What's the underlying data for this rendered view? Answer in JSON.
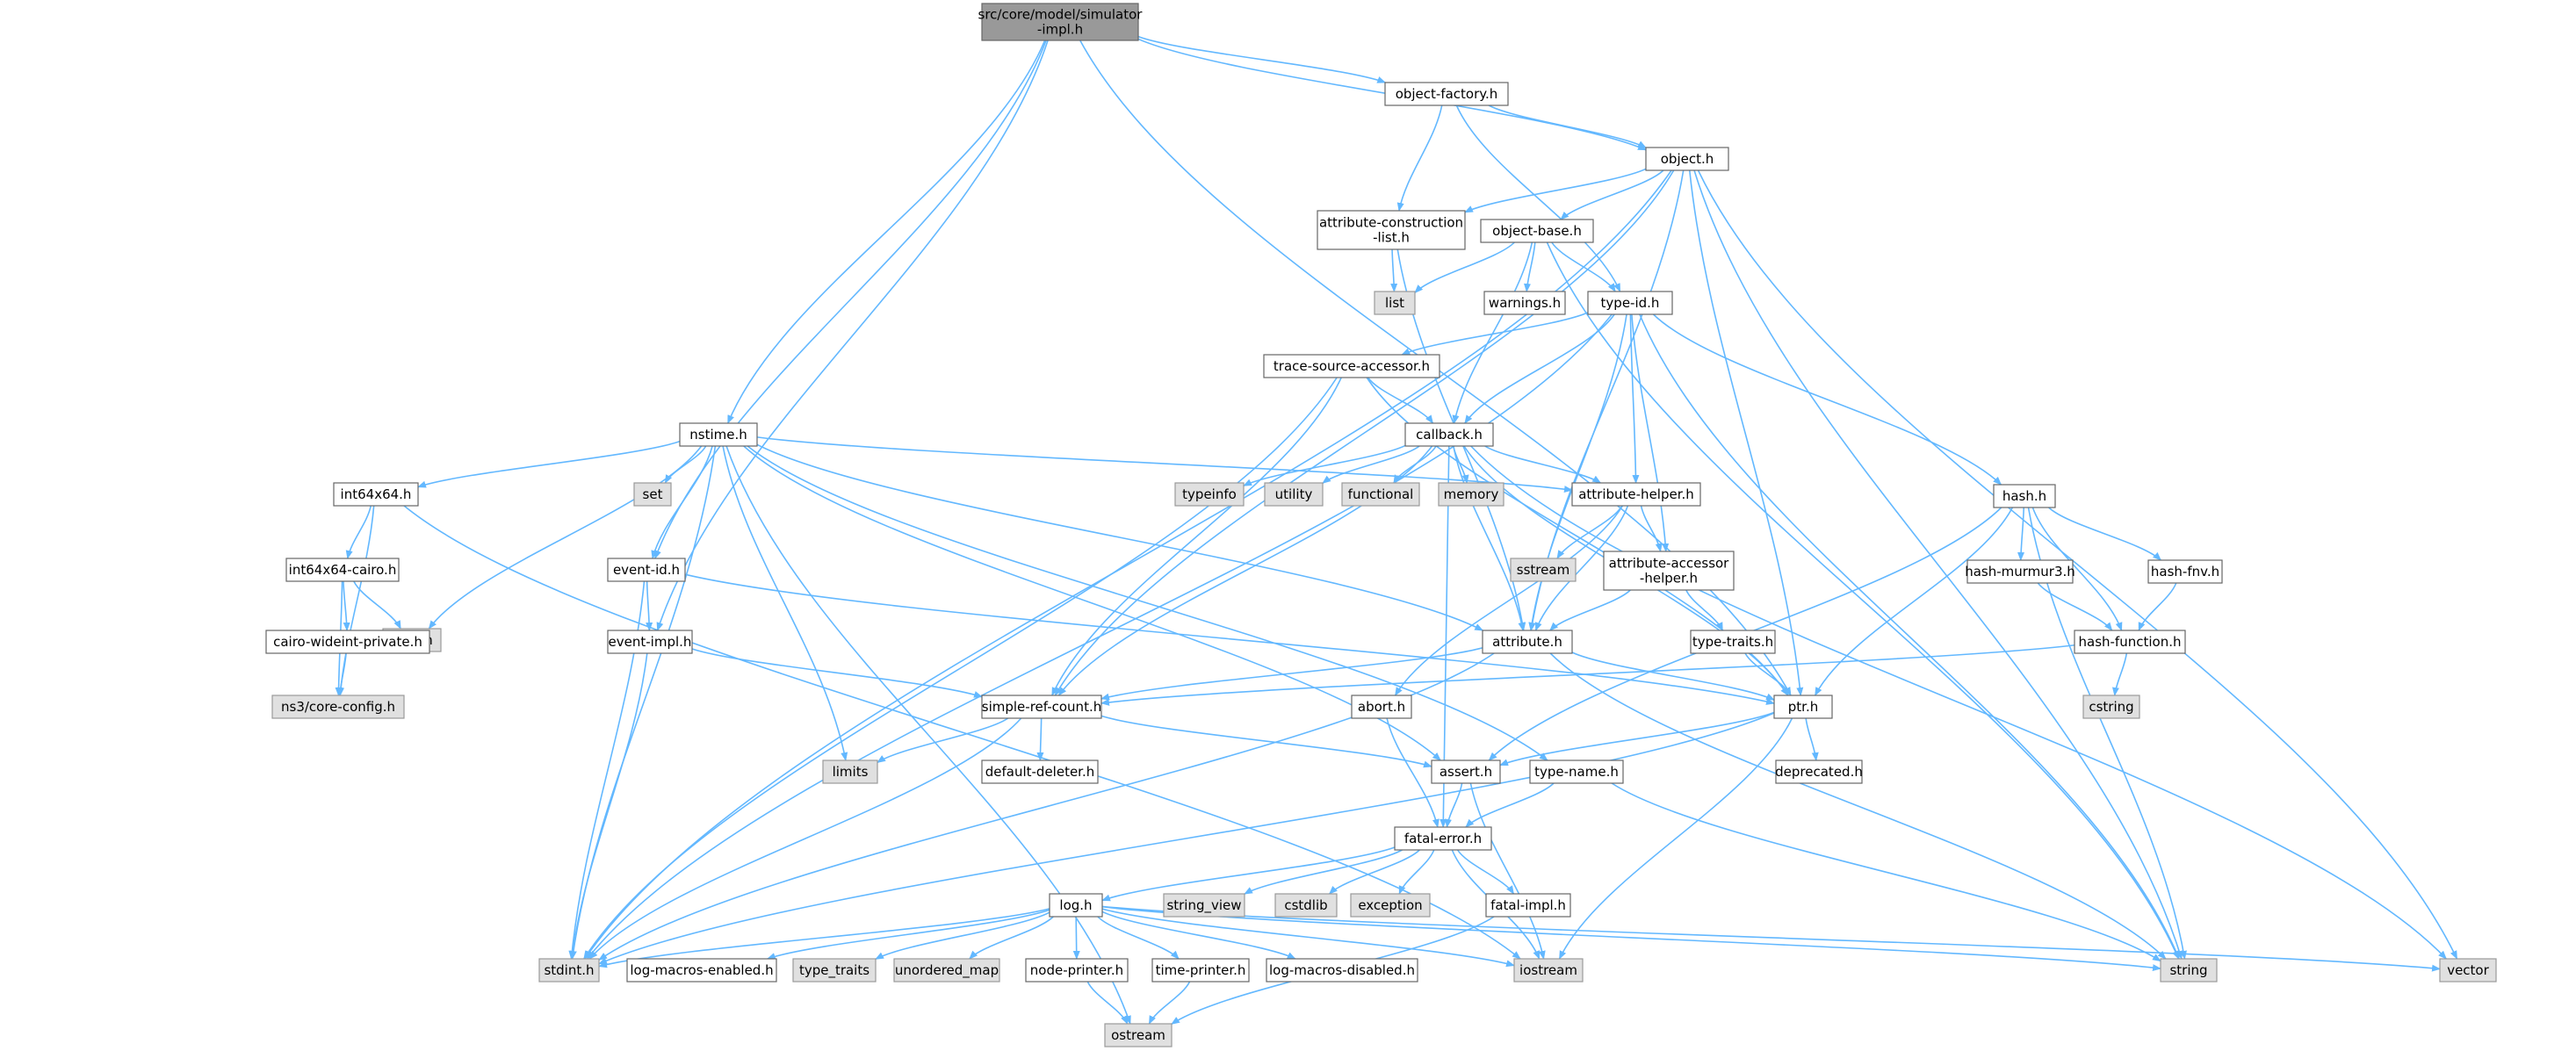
{
  "colors": {
    "edge": "#63b8ff",
    "root_fill": "#999999",
    "root_border": "#666666",
    "local_fill": "#ffffff",
    "local_border": "#666666",
    "external_fill": "#e0e0e0",
    "external_border": "#999999"
  },
  "nodes": [
    {
      "id": "root",
      "lines": [
        "src/core/model/simulator",
        "-impl.h"
      ],
      "kind": "root"
    },
    {
      "id": "object-factory",
      "lines": [
        "object-factory.h"
      ],
      "kind": "local"
    },
    {
      "id": "object",
      "lines": [
        "object.h"
      ],
      "kind": "local"
    },
    {
      "id": "attr-construction-list",
      "lines": [
        "attribute-construction",
        "-list.h"
      ],
      "kind": "local"
    },
    {
      "id": "object-base",
      "lines": [
        "object-base.h"
      ],
      "kind": "local"
    },
    {
      "id": "list",
      "lines": [
        "list"
      ],
      "kind": "external"
    },
    {
      "id": "warnings",
      "lines": [
        "warnings.h"
      ],
      "kind": "local"
    },
    {
      "id": "type-id",
      "lines": [
        "type-id.h"
      ],
      "kind": "local"
    },
    {
      "id": "trace-source-accessor",
      "lines": [
        "trace-source-accessor.h"
      ],
      "kind": "local"
    },
    {
      "id": "nstime",
      "lines": [
        "nstime.h"
      ],
      "kind": "local"
    },
    {
      "id": "callback",
      "lines": [
        "callback.h"
      ],
      "kind": "local"
    },
    {
      "id": "int64x64",
      "lines": [
        "int64x64.h"
      ],
      "kind": "local"
    },
    {
      "id": "set",
      "lines": [
        "set"
      ],
      "kind": "external"
    },
    {
      "id": "typeinfo",
      "lines": [
        "typeinfo"
      ],
      "kind": "external"
    },
    {
      "id": "utility",
      "lines": [
        "utility"
      ],
      "kind": "external"
    },
    {
      "id": "functional",
      "lines": [
        "functional"
      ],
      "kind": "external"
    },
    {
      "id": "memory",
      "lines": [
        "memory"
      ],
      "kind": "external"
    },
    {
      "id": "attribute-helper",
      "lines": [
        "attribute-helper.h"
      ],
      "kind": "local"
    },
    {
      "id": "hash",
      "lines": [
        "hash.h"
      ],
      "kind": "local"
    },
    {
      "id": "int64x64-cairo",
      "lines": [
        "int64x64-cairo.h"
      ],
      "kind": "local"
    },
    {
      "id": "sstream",
      "lines": [
        "sstream"
      ],
      "kind": "external"
    },
    {
      "id": "attribute-accessor-helper",
      "lines": [
        "attribute-accessor",
        "-helper.h"
      ],
      "kind": "local"
    },
    {
      "id": "hash-murmur3",
      "lines": [
        "hash-murmur3.h"
      ],
      "kind": "local"
    },
    {
      "id": "hash-fnv",
      "lines": [
        "hash-fnv.h"
      ],
      "kind": "local"
    },
    {
      "id": "event-id",
      "lines": [
        "event-id.h"
      ],
      "kind": "local"
    },
    {
      "id": "cmath",
      "lines": [
        "cmath"
      ],
      "kind": "external"
    },
    {
      "id": "cairo-wideint-private",
      "lines": [
        "cairo-wideint-private.h"
      ],
      "kind": "local"
    },
    {
      "id": "event-impl",
      "lines": [
        "event-impl.h"
      ],
      "kind": "local"
    },
    {
      "id": "attribute",
      "lines": [
        "attribute.h"
      ],
      "kind": "local"
    },
    {
      "id": "type-traits",
      "lines": [
        "type-traits.h"
      ],
      "kind": "local"
    },
    {
      "id": "hash-function",
      "lines": [
        "hash-function.h"
      ],
      "kind": "local"
    },
    {
      "id": "ns3-core-config",
      "lines": [
        "ns3/core-config.h"
      ],
      "kind": "external"
    },
    {
      "id": "simple-ref-count",
      "lines": [
        "simple-ref-count.h"
      ],
      "kind": "local"
    },
    {
      "id": "abort",
      "lines": [
        "abort.h"
      ],
      "kind": "local"
    },
    {
      "id": "ptr",
      "lines": [
        "ptr.h"
      ],
      "kind": "local"
    },
    {
      "id": "cstring",
      "lines": [
        "cstring"
      ],
      "kind": "external"
    },
    {
      "id": "limits",
      "lines": [
        "limits"
      ],
      "kind": "external"
    },
    {
      "id": "default-deleter",
      "lines": [
        "default-deleter.h"
      ],
      "kind": "local"
    },
    {
      "id": "assert",
      "lines": [
        "assert.h"
      ],
      "kind": "local"
    },
    {
      "id": "type-name",
      "lines": [
        "type-name.h"
      ],
      "kind": "local"
    },
    {
      "id": "deprecated",
      "lines": [
        "deprecated.h"
      ],
      "kind": "local"
    },
    {
      "id": "fatal-error",
      "lines": [
        "fatal-error.h"
      ],
      "kind": "local"
    },
    {
      "id": "log",
      "lines": [
        "log.h"
      ],
      "kind": "local"
    },
    {
      "id": "string_view",
      "lines": [
        "string_view"
      ],
      "kind": "external"
    },
    {
      "id": "cstdlib",
      "lines": [
        "cstdlib"
      ],
      "kind": "external"
    },
    {
      "id": "exception",
      "lines": [
        "exception"
      ],
      "kind": "external"
    },
    {
      "id": "fatal-impl",
      "lines": [
        "fatal-impl.h"
      ],
      "kind": "local"
    },
    {
      "id": "stdint",
      "lines": [
        "stdint.h"
      ],
      "kind": "external"
    },
    {
      "id": "log-macros-enabled",
      "lines": [
        "log-macros-enabled.h"
      ],
      "kind": "local"
    },
    {
      "id": "type_traits",
      "lines": [
        "type_traits"
      ],
      "kind": "external"
    },
    {
      "id": "unordered_map",
      "lines": [
        "unordered_map"
      ],
      "kind": "external"
    },
    {
      "id": "node-printer",
      "lines": [
        "node-printer.h"
      ],
      "kind": "local"
    },
    {
      "id": "time-printer",
      "lines": [
        "time-printer.h"
      ],
      "kind": "local"
    },
    {
      "id": "log-macros-disabled",
      "lines": [
        "log-macros-disabled.h"
      ],
      "kind": "local"
    },
    {
      "id": "iostream",
      "lines": [
        "iostream"
      ],
      "kind": "external"
    },
    {
      "id": "string",
      "lines": [
        "string"
      ],
      "kind": "external"
    },
    {
      "id": "vector",
      "lines": [
        "vector"
      ],
      "kind": "external"
    },
    {
      "id": "ostream",
      "lines": [
        "ostream"
      ],
      "kind": "external"
    }
  ],
  "edges": [
    [
      "root",
      "object-factory"
    ],
    [
      "root",
      "object"
    ],
    [
      "root",
      "nstime"
    ],
    [
      "root",
      "event-id"
    ],
    [
      "root",
      "event-impl"
    ],
    [
      "root",
      "ptr"
    ],
    [
      "object-factory",
      "object"
    ],
    [
      "object-factory",
      "attr-construction-list"
    ],
    [
      "object-factory",
      "type-id"
    ],
    [
      "object",
      "object-base"
    ],
    [
      "object",
      "attr-construction-list"
    ],
    [
      "object",
      "attribute"
    ],
    [
      "object",
      "ptr"
    ],
    [
      "object",
      "simple-ref-count"
    ],
    [
      "object",
      "stdint"
    ],
    [
      "object",
      "string"
    ],
    [
      "object",
      "vector"
    ],
    [
      "attr-construction-list",
      "list"
    ],
    [
      "attr-construction-list",
      "attribute"
    ],
    [
      "object-base",
      "list"
    ],
    [
      "object-base",
      "warnings"
    ],
    [
      "object-base",
      "type-id"
    ],
    [
      "object-base",
      "callback"
    ],
    [
      "object-base",
      "string"
    ],
    [
      "type-id",
      "trace-source-accessor"
    ],
    [
      "type-id",
      "callback"
    ],
    [
      "type-id",
      "hash"
    ],
    [
      "type-id",
      "attribute-helper"
    ],
    [
      "type-id",
      "attribute-accessor-helper"
    ],
    [
      "type-id",
      "attribute"
    ],
    [
      "type-id",
      "string"
    ],
    [
      "type-id",
      "stdint"
    ],
    [
      "trace-source-accessor",
      "callback"
    ],
    [
      "trace-source-accessor",
      "simple-ref-count"
    ],
    [
      "trace-source-accessor",
      "ptr"
    ],
    [
      "trace-source-accessor",
      "stdint"
    ],
    [
      "callback",
      "typeinfo"
    ],
    [
      "callback",
      "utility"
    ],
    [
      "callback",
      "functional"
    ],
    [
      "callback",
      "memory"
    ],
    [
      "callback",
      "attribute-helper"
    ],
    [
      "callback",
      "attribute"
    ],
    [
      "callback",
      "ptr"
    ],
    [
      "callback",
      "simple-ref-count"
    ],
    [
      "callback",
      "fatal-error"
    ],
    [
      "callback",
      "vector"
    ],
    [
      "nstime",
      "int64x64"
    ],
    [
      "nstime",
      "set"
    ],
    [
      "nstime",
      "event-id"
    ],
    [
      "nstime",
      "attribute"
    ],
    [
      "nstime",
      "attribute-helper"
    ],
    [
      "nstime",
      "cmath"
    ],
    [
      "nstime",
      "limits"
    ],
    [
      "nstime",
      "stdint"
    ],
    [
      "nstime",
      "ostream"
    ],
    [
      "nstime",
      "type-name"
    ],
    [
      "nstime",
      "assert"
    ],
    [
      "int64x64",
      "int64x64-cairo"
    ],
    [
      "int64x64",
      "ns3-core-config"
    ],
    [
      "int64x64",
      "iostream"
    ],
    [
      "int64x64-cairo",
      "cairo-wideint-private"
    ],
    [
      "int64x64-cairo",
      "cmath"
    ],
    [
      "int64x64-cairo",
      "ns3-core-config"
    ],
    [
      "cairo-wideint-private",
      "ns3-core-config"
    ],
    [
      "attribute-helper",
      "sstream"
    ],
    [
      "attribute-helper",
      "attribute-accessor-helper"
    ],
    [
      "attribute-helper",
      "attribute"
    ],
    [
      "attribute-helper",
      "abort"
    ],
    [
      "attribute-accessor-helper",
      "type-traits"
    ],
    [
      "attribute-accessor-helper",
      "attribute"
    ],
    [
      "type-traits",
      "ptr"
    ],
    [
      "hash",
      "hash-murmur3"
    ],
    [
      "hash",
      "hash-fnv"
    ],
    [
      "hash",
      "hash-function"
    ],
    [
      "hash",
      "assert"
    ],
    [
      "hash",
      "ptr"
    ],
    [
      "hash",
      "string"
    ],
    [
      "hash-murmur3",
      "hash-function"
    ],
    [
      "hash-fnv",
      "hash-function"
    ],
    [
      "hash-function",
      "cstring"
    ],
    [
      "hash-function",
      "simple-ref-count"
    ],
    [
      "event-id",
      "event-impl"
    ],
    [
      "event-id",
      "ptr"
    ],
    [
      "event-id",
      "stdint"
    ],
    [
      "event-impl",
      "simple-ref-count"
    ],
    [
      "event-impl",
      "stdint"
    ],
    [
      "attribute",
      "ptr"
    ],
    [
      "attribute",
      "simple-ref-count"
    ],
    [
      "attribute",
      "string"
    ],
    [
      "attribute",
      "stdint"
    ],
    [
      "simple-ref-count",
      "default-deleter"
    ],
    [
      "simple-ref-count",
      "assert"
    ],
    [
      "simple-ref-count",
      "limits"
    ],
    [
      "simple-ref-count",
      "stdint"
    ],
    [
      "abort",
      "fatal-error"
    ],
    [
      "ptr",
      "deprecated"
    ],
    [
      "ptr",
      "assert"
    ],
    [
      "ptr",
      "iostream"
    ],
    [
      "ptr",
      "stdint"
    ],
    [
      "assert",
      "fatal-error"
    ],
    [
      "assert",
      "iostream"
    ],
    [
      "type-name",
      "fatal-error"
    ],
    [
      "type-name",
      "string"
    ],
    [
      "fatal-error",
      "log"
    ],
    [
      "fatal-error",
      "string_view"
    ],
    [
      "fatal-error",
      "cstdlib"
    ],
    [
      "fatal-error",
      "exception"
    ],
    [
      "fatal-error",
      "fatal-impl"
    ],
    [
      "fatal-error",
      "iostream"
    ],
    [
      "fatal-impl",
      "ostream"
    ],
    [
      "log",
      "log-macros-enabled"
    ],
    [
      "log",
      "type_traits"
    ],
    [
      "log",
      "unordered_map"
    ],
    [
      "log",
      "node-printer"
    ],
    [
      "log",
      "time-printer"
    ],
    [
      "log",
      "log-macros-disabled"
    ],
    [
      "log",
      "iostream"
    ],
    [
      "log",
      "string"
    ],
    [
      "log",
      "vector"
    ],
    [
      "log",
      "stdint"
    ],
    [
      "node-printer",
      "ostream"
    ],
    [
      "time-printer",
      "ostream"
    ]
  ]
}
